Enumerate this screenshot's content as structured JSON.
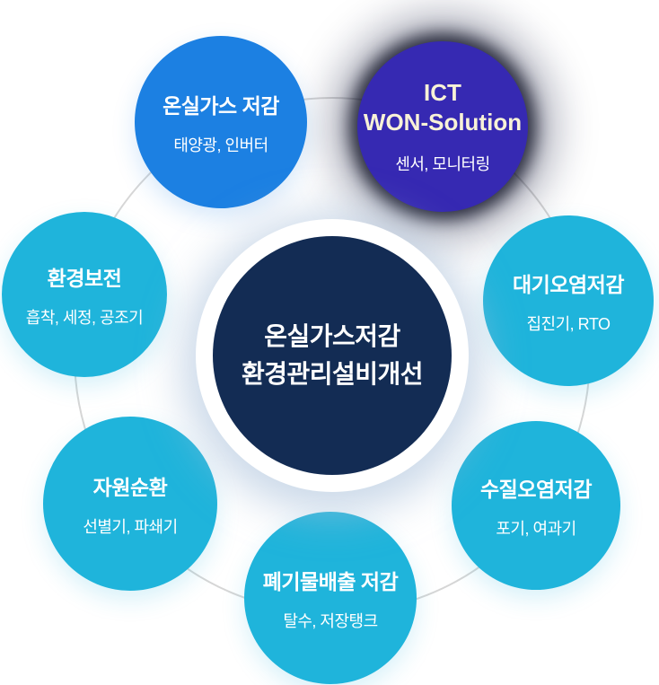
{
  "colors": {
    "satellite_blue": "#1C80E2",
    "satellite_cyan": "#1FB4DB",
    "ict_indigo": "#3629B2",
    "ict_title_text": "#F8F2D7",
    "center_navy": "#132C54",
    "orbit_ring_line": "#D6D6D6",
    "node_text": "#FFFFFF"
  },
  "center": {
    "line1": "온실가스저감",
    "line2": "환경관리설비개선"
  },
  "nodes": {
    "greenhouse": {
      "title": "온실가스 저감",
      "subtitle": "태양광, 인버터"
    },
    "ict": {
      "title_line1": "ICT",
      "title_line2": "WON-Solution",
      "subtitle": "센서, 모니터링"
    },
    "environment": {
      "title": "환경보전",
      "subtitle": "흡착, 세정, 공조기"
    },
    "air": {
      "title": "대기오염저감",
      "subtitle": "집진기, RTO"
    },
    "resource": {
      "title": "자원순환",
      "subtitle": "선별기, 파쇄기"
    },
    "water": {
      "title": "수질오염저감",
      "subtitle": "포기, 여과기"
    },
    "waste": {
      "title": "폐기물배출 저감",
      "subtitle": "탈수, 저장탱크"
    }
  }
}
